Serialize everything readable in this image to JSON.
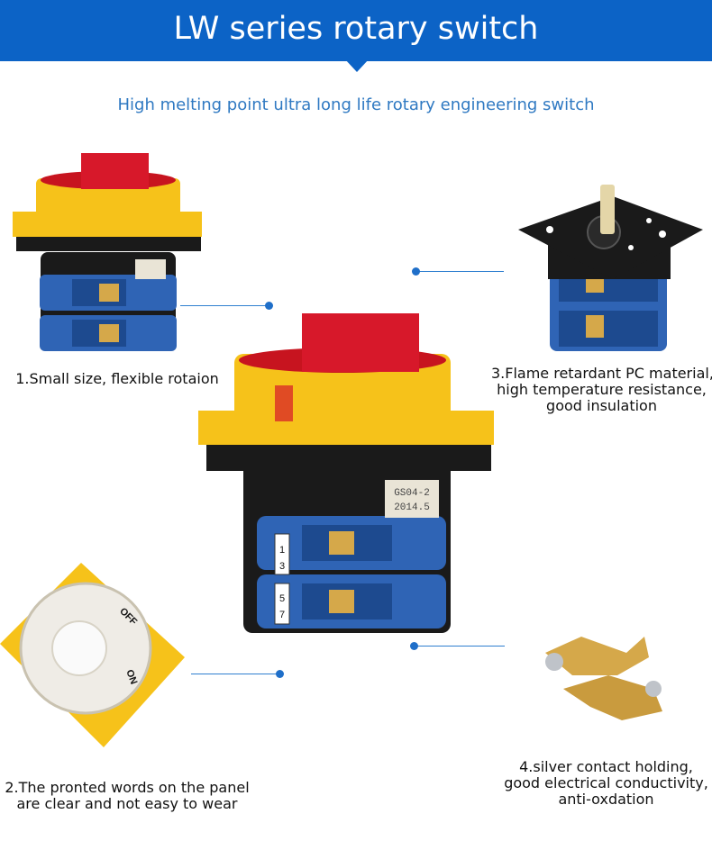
{
  "header": {
    "title": "LW series rotary switch",
    "subtitle": "High melting point ultra long life rotary engineering switch"
  },
  "colors": {
    "banner": "#0c63c6",
    "subtitle": "#2f79c2",
    "accent_dot": "#1f6fc9",
    "yellow_cover": "#f6c21a",
    "red_handle": "#d7182a",
    "blue_body": "#2f64b5",
    "black_body": "#1a1a1a",
    "brass": "#d5a84a"
  },
  "features": [
    {
      "lines": [
        "1.Small size, flexible rotaion"
      ]
    },
    {
      "lines": [
        "2.The pronted words on the panel",
        "are clear and not easy to wear"
      ]
    },
    {
      "lines": [
        "3.Flame retardant PC material,",
        "high temperature resistance,",
        "good insulation"
      ]
    },
    {
      "lines": [
        "4.silver contact holding,",
        "good electrical conductivity,",
        "anti-oxdation"
      ]
    }
  ],
  "product_markings": {
    "label_line1": "GS04-2",
    "label_line2": "2014.5",
    "terminal_numbers": [
      "1",
      "3",
      "5",
      "7"
    ],
    "dial_off": "OFF",
    "dial_on": "ON"
  }
}
